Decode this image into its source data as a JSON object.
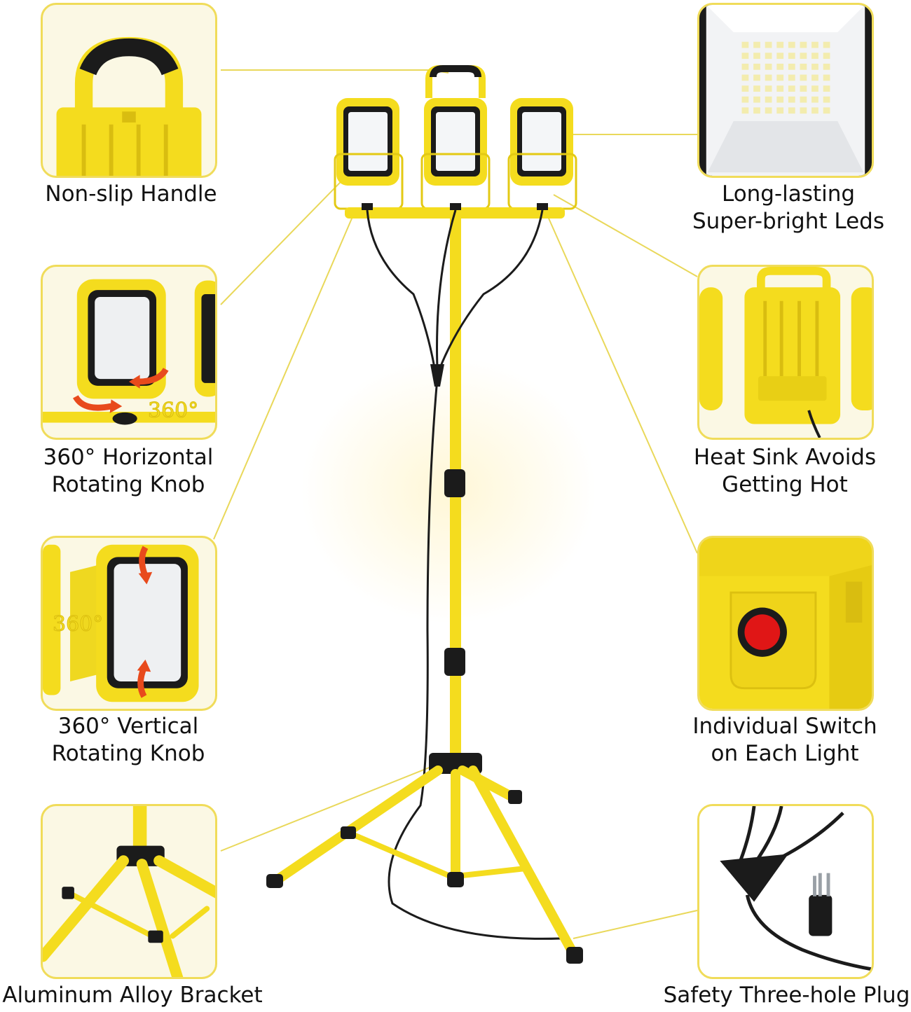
{
  "features": {
    "handle": {
      "lines": [
        "Non-slip Handle"
      ]
    },
    "leds": {
      "lines": [
        "Long-lasting",
        "Super-bright Leds"
      ]
    },
    "hknob": {
      "lines": [
        "360° Horizontal",
        "Rotating Knob"
      ],
      "badge": "360°"
    },
    "heatsink": {
      "lines": [
        "Heat Sink Avoids",
        "Getting Hot"
      ]
    },
    "vknob": {
      "lines": [
        "360° Vertical",
        "Rotating Knob"
      ],
      "badge": "360°"
    },
    "switch": {
      "lines": [
        "Individual Switch",
        "on Each Light"
      ]
    },
    "bracket": {
      "lines": [
        "Aluminum Alloy Bracket"
      ]
    },
    "plug": {
      "lines": [
        "Safety Three-hole Plug"
      ]
    }
  },
  "icons": {
    "handle": "grip-handle-icon",
    "leds": "led-array-icon",
    "hknob": "horizontal-rotation-icon",
    "heatsink": "heat-sink-fins-icon",
    "vknob": "vertical-rotation-icon",
    "switch": "power-switch-icon",
    "bracket": "tripod-icon",
    "plug": "three-prong-plug-icon"
  },
  "colors": {
    "yellow": "#f4dc1e",
    "yellow_dark": "#d9bd10",
    "black": "#1b1b1b",
    "switch_red": "#e01616",
    "arrow_red": "#e84a1c",
    "callout_line": "#e9d85a"
  }
}
